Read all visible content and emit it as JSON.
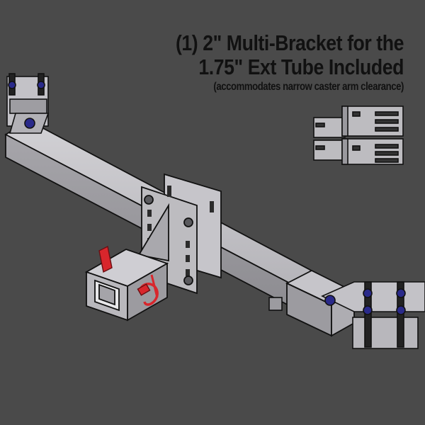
{
  "headline": {
    "line1": "(1) 2\" Multi-Bracket for the",
    "line2": "1.75\" Ext Tube Included",
    "line3": "(accommodates narrow caster arm clearance)"
  },
  "colors": {
    "background": "#4a4a4a",
    "metal": "#bdbcc0",
    "metal_dark": "#8e8d92",
    "outline": "#111111",
    "pin": "#d8262c",
    "bolt": "#2a2a8a"
  },
  "icons": [
    "multi-bracket-icon",
    "hitch-receiver-icon",
    "caster-bracket-icon",
    "hitch-pin-icon"
  ]
}
